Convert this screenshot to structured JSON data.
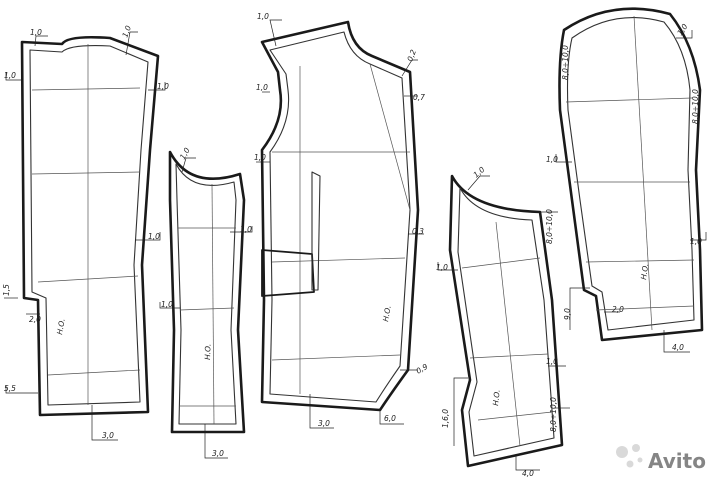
{
  "pieces": [
    {
      "name": "front-panel",
      "labels": [
        "1,0",
        "1,0",
        "1,0",
        "1,0",
        "1,0",
        "1,5",
        "2,0",
        "Н.О.",
        "5,5",
        "3,0"
      ]
    },
    {
      "name": "side-panel",
      "labels": [
        "1,0",
        "1,0",
        "1,0",
        "Н.О.",
        "3,0"
      ]
    },
    {
      "name": "back-panel",
      "labels": [
        "1,0",
        "1,0",
        "0,2",
        "0,7",
        "1,0",
        "0,3",
        "Н.О.",
        "0,9",
        "6,0",
        "3,0"
      ]
    },
    {
      "name": "under-sleeve",
      "labels": [
        "1,0",
        "8,0÷10,0",
        "1,0",
        "1,0",
        "Н.О.",
        "1,6,0",
        "8,0÷10,0",
        "4,0"
      ]
    },
    {
      "name": "top-sleeve",
      "labels": [
        "1,0",
        "8,0÷10,0",
        "8,0÷10,0",
        "1,0",
        "1,0",
        "Н.О.",
        "9,0",
        "2,0",
        "4,0"
      ]
    }
  ],
  "watermark": {
    "text": "Avito"
  }
}
